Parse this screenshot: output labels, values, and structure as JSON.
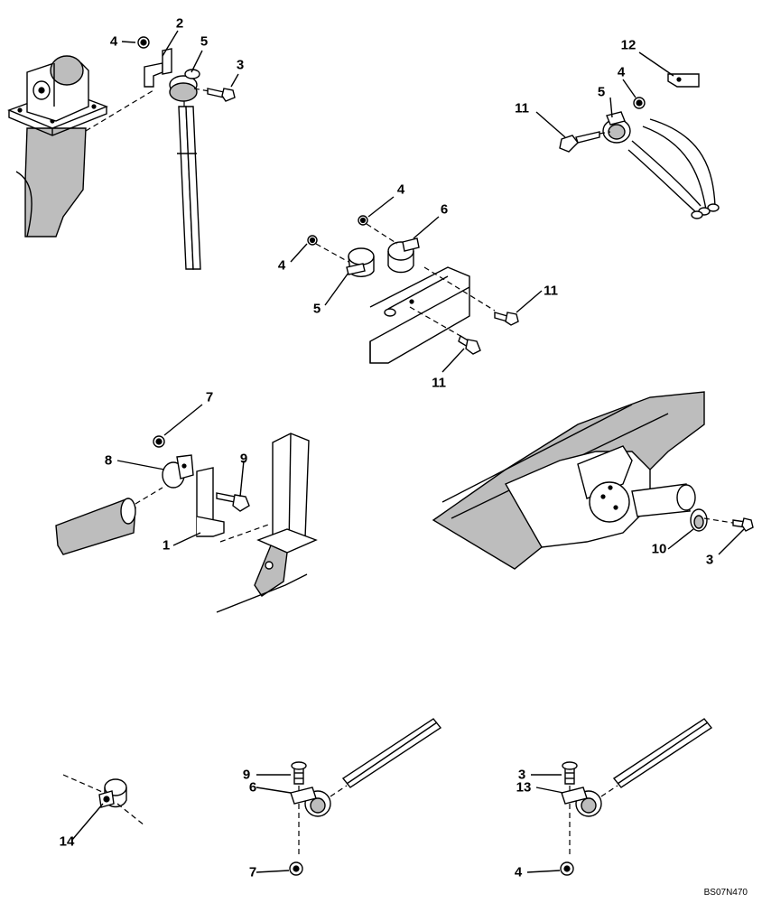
{
  "diagram": {
    "reference_code": "BS07N470",
    "callouts": [
      {
        "id": "c1",
        "label": "4"
      },
      {
        "id": "c2",
        "label": "2"
      },
      {
        "id": "c3",
        "label": "5"
      },
      {
        "id": "c4",
        "label": "3"
      },
      {
        "id": "c5",
        "label": "12"
      },
      {
        "id": "c6",
        "label": "4"
      },
      {
        "id": "c7",
        "label": "5"
      },
      {
        "id": "c8",
        "label": "11"
      },
      {
        "id": "c9",
        "label": "4"
      },
      {
        "id": "c10",
        "label": "6"
      },
      {
        "id": "c11",
        "label": "4"
      },
      {
        "id": "c12",
        "label": "5"
      },
      {
        "id": "c13",
        "label": "11"
      },
      {
        "id": "c14",
        "label": "11"
      },
      {
        "id": "c15",
        "label": "7"
      },
      {
        "id": "c16",
        "label": "8"
      },
      {
        "id": "c17",
        "label": "9"
      },
      {
        "id": "c18",
        "label": "1"
      },
      {
        "id": "c19",
        "label": "10"
      },
      {
        "id": "c20",
        "label": "3"
      },
      {
        "id": "c21",
        "label": "14"
      },
      {
        "id": "c22",
        "label": "9"
      },
      {
        "id": "c23",
        "label": "6"
      },
      {
        "id": "c24",
        "label": "7"
      },
      {
        "id": "c25",
        "label": "3"
      },
      {
        "id": "c26",
        "label": "13"
      },
      {
        "id": "c27",
        "label": "4"
      }
    ]
  }
}
